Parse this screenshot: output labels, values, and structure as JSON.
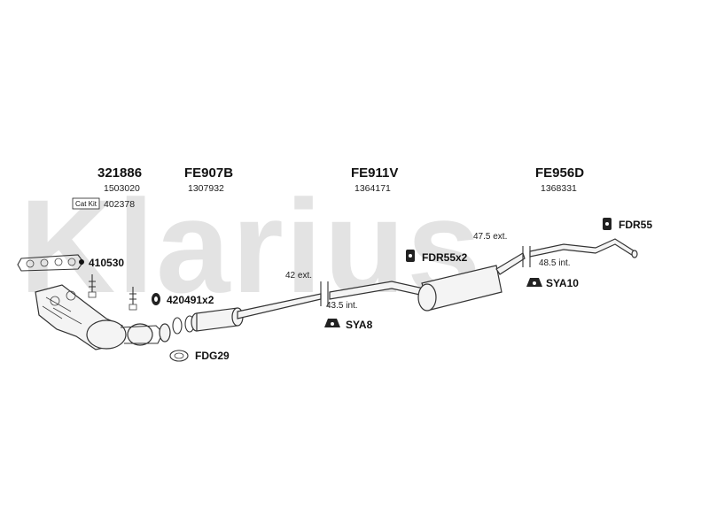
{
  "watermark": "Klarius",
  "groups": [
    {
      "main": "321886",
      "sub": "1503020"
    },
    {
      "main": "FE907B",
      "sub": "1307932"
    },
    {
      "main": "FE911V",
      "sub": "1364171"
    },
    {
      "main": "FE956D",
      "sub": "1368331"
    }
  ],
  "catkit": {
    "badge": "Cat Kit",
    "number": "402378"
  },
  "parts": {
    "manifold_gasket": "410530",
    "bolts": "420491x2",
    "ring_gasket": "FDG29",
    "rubber_mount_mid": "FDR55x2",
    "rubber_mount_rear": "FDR55",
    "hanger_front": "SYA8",
    "hanger_rear": "SYA10"
  },
  "dimensions": {
    "front_ext": "42 ext.",
    "front_int": "43.5 int.",
    "rear_ext": "47.5 ext.",
    "rear_int": "48.5 int."
  }
}
